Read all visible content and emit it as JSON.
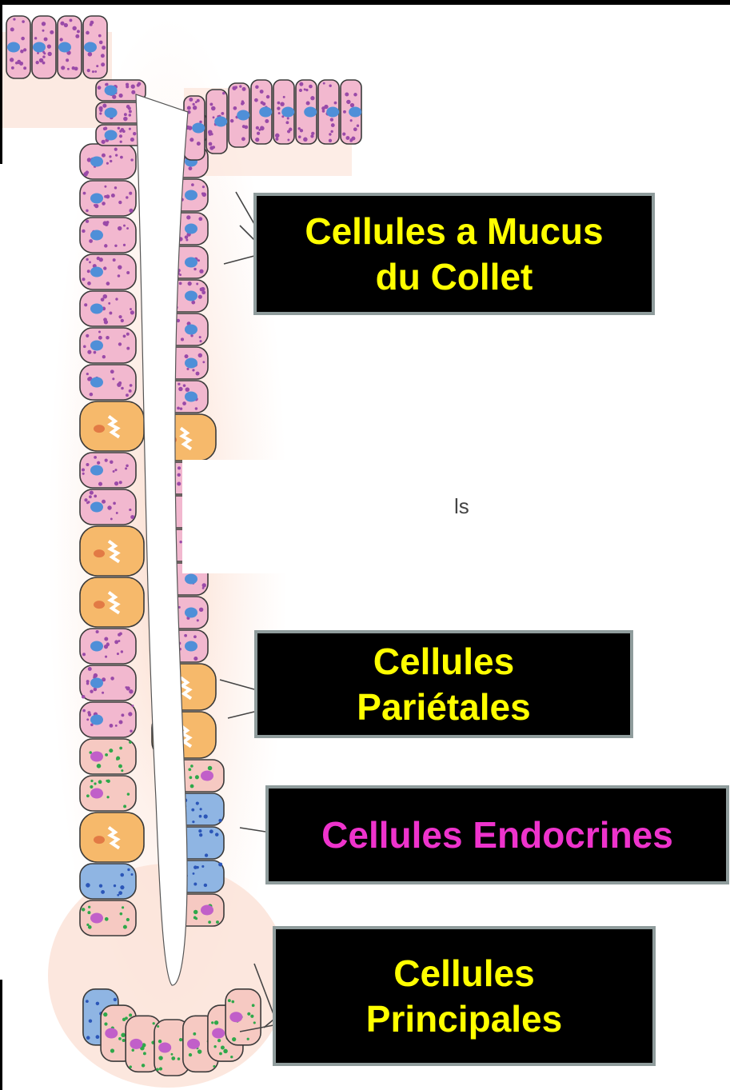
{
  "labels": {
    "mucus_line1": "Cellules a Mucus",
    "mucus_line2": "du Collet",
    "parietal_line1": "Cellules",
    "parietal_line2": "Pariétales",
    "endocrine": "Cellules Endocrines",
    "principal_line1": "Cellules",
    "principal_line2": "Principales",
    "residual_text": "ls"
  },
  "colors": {
    "label_bg": "#000000",
    "label_border": "#8f9c9c",
    "label_text_yellow": "#ffff00",
    "label_text_magenta": "#ee33cc",
    "mucous_cell": "#f2b8cf",
    "mucous_granule": "#9a4aa8",
    "mucous_nucleus": "#4f8fd8",
    "parietal_cell": "#f6b96b",
    "parietal_nucleus": "#e27a45",
    "chief_cell": "#f6c9c2",
    "chief_nucleus": "#c15fc9",
    "chief_granule": "#2fa84a",
    "endocrine_cell": "#8fb5e3",
    "endocrine_granule": "#2b56b8",
    "halo": "#fbd9c8"
  },
  "icons": {
    "cell": "gland-cell-shape",
    "leader": "leader-line"
  }
}
